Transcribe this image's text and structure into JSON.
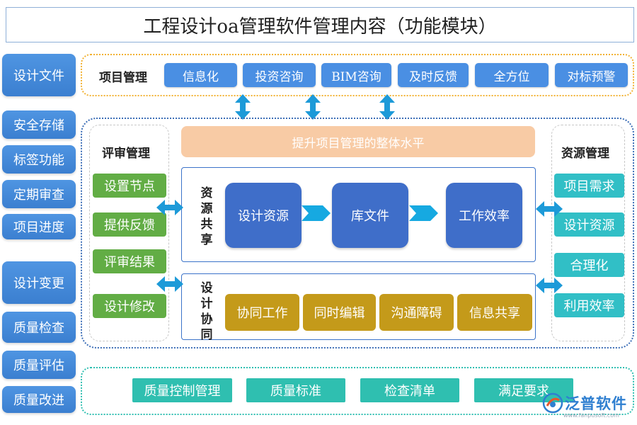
{
  "title": "工程设计oa管理软件管理内容（功能模块）",
  "left_column": [
    "设计文件",
    "安全存储",
    "标签功能",
    "定期审查",
    "项目进度",
    "设计变更",
    "质量检查",
    "质量评估",
    "质量改进"
  ],
  "project_management": {
    "label": "项目管理",
    "items": [
      "信息化",
      "投资咨询",
      "BIM咨询",
      "及时反馈",
      "全方位",
      "对标预警"
    ]
  },
  "banner": "提升项目管理的整体水平",
  "review": {
    "label": "评审管理",
    "items": [
      "设置节点",
      "提供反馈",
      "评审结果",
      "设计修改"
    ]
  },
  "resource_share": {
    "label": "资源共享",
    "items": [
      "设计资源",
      "库文件",
      "工作效率"
    ]
  },
  "design_collab": {
    "label": "设计协同",
    "items": [
      "协同工作",
      "同时编辑",
      "沟通障碍",
      "信息共享"
    ]
  },
  "resource_mgmt": {
    "label": "资源管理",
    "items": [
      "项目需求",
      "设计资源",
      "合理化",
      "利用效率"
    ]
  },
  "quality": {
    "items": [
      "质量控制管理",
      "质量标准",
      "检查清单",
      "满足要求"
    ]
  },
  "logo": {
    "name": "泛普软件",
    "url": "www.fanpusoft.com"
  },
  "colors": {
    "left_blue": "#4a8fe3",
    "project_blue": "#4a8fe3",
    "arrow_blue": "#1d9ad8",
    "green": "#62ad45",
    "teal": "#31bfc6",
    "navy": "#3f6ec9",
    "gold": "#c49a1a",
    "peach": "#f8cba5"
  }
}
